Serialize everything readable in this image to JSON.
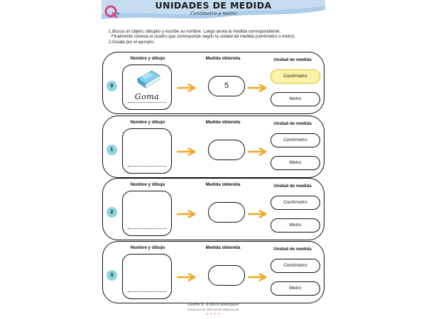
{
  "header": {
    "title": "UNIDADES DE MEDIDA",
    "subtitle": "Centímetro y metro",
    "logo_icon": "q-logo-icon",
    "wave_color": "#9cc3e6"
  },
  "instructions": {
    "line1": "1.Busca un objeto, dibujalo y escribe su nombre. Luego anota la medida correspondiente.",
    "line2": "Finalmente colorea el cuadro que corresponde según la unidad de medida (centímetro o metro)",
    "line3": "2.Guiate por el ejemplo."
  },
  "columns": {
    "nombre": "Nombre y dibujo",
    "medida": "Medida obtenida",
    "unidad": "Unidad de medida"
  },
  "rows": [
    {
      "number": "0",
      "word": "Goma",
      "measure": "5",
      "unit_top": "Centímetro",
      "unit_bottom": "Metro",
      "selected": "top",
      "drawing": "eraser-icon"
    },
    {
      "number": "1",
      "word": "",
      "measure": "",
      "unit_top": "Centímetro",
      "unit_bottom": "Metro",
      "selected": ""
    },
    {
      "number": "2",
      "word": "",
      "measure": "",
      "unit_top": "Centímetro",
      "unit_bottom": "Metro",
      "selected": ""
    },
    {
      "number": "3",
      "word": "",
      "measure": "",
      "unit_top": "Centímetro",
      "unit_bottom": "Metro",
      "selected": ""
    }
  ],
  "footer": {
    "author": "Lisette S. A.Mora Henríquez",
    "role": "Profesora de Educación Diferencial"
  },
  "colors": {
    "number_badge": "#8fd4e2",
    "arrow": "#f5a623",
    "selected_fill": "#fbf3a8"
  }
}
